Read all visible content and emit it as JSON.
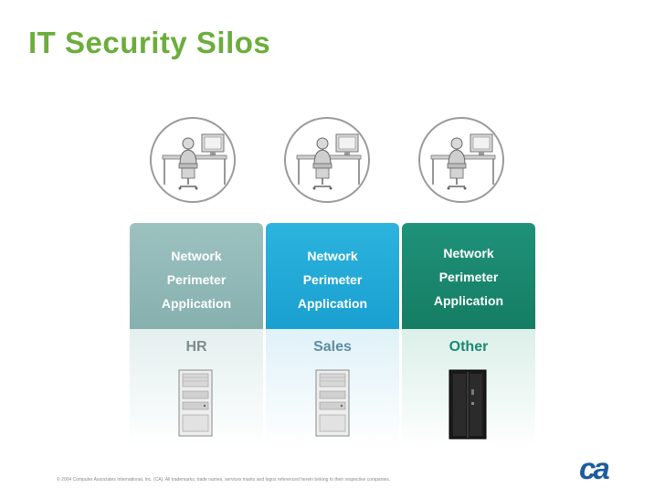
{
  "slide": {
    "title": "IT Security Silos",
    "footer": "© 2004 Computer Associates International, Inc. (CA). All trademarks, trade names, services marks and logos referenced herein belong to their respective companies.",
    "logo": "ca"
  },
  "silos": [
    {
      "name": "HR",
      "lines": [
        "Network",
        "Perimeter",
        "Application"
      ],
      "head_color": "#8fb7b5",
      "label_color": "#7b8d8c",
      "server": "white-tower-server-icon"
    },
    {
      "name": "Sales",
      "lines": [
        "Network",
        "Perimeter",
        "Application"
      ],
      "head_color": "#22abd8",
      "label_color": "#5f8ca0",
      "server": "white-tower-server-icon"
    },
    {
      "name": "Other",
      "lines": [
        "Network",
        "Perimeter",
        "Application"
      ],
      "head_color": "#1a8a6e",
      "label_color": "#1a8a6e",
      "server": "black-rack-server-icon"
    }
  ],
  "icons": {
    "user": "user-at-workstation-icon"
  },
  "colors": {
    "title": "#6cad3c",
    "logo": "#1a5e9e"
  }
}
